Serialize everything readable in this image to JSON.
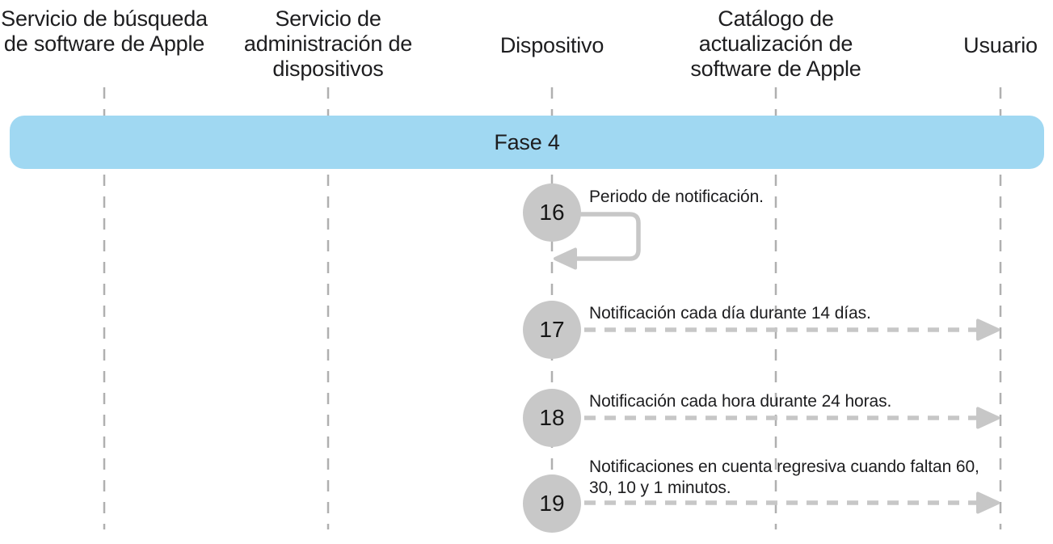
{
  "diagram": {
    "lanes": [
      {
        "label": "Servicio de búsqueda de software de Apple"
      },
      {
        "label": "Servicio de administración de dispositivos"
      },
      {
        "label": "Dispositivo"
      },
      {
        "label": "Catálogo de actualización de software de Apple"
      },
      {
        "label": "Usuario"
      }
    ],
    "phase": {
      "label": "Fase 4",
      "fill": "#A0D8F2"
    },
    "steps": [
      {
        "number": "16",
        "label": "Periodo de notificación.",
        "from": "Dispositivo",
        "to": "Dispositivo",
        "arrow": "self-loop"
      },
      {
        "number": "17",
        "label": "Notificación cada día durante 14 días.",
        "from": "Dispositivo",
        "to": "Usuario",
        "arrow": "dashed-right"
      },
      {
        "number": "18",
        "label": "Notificación cada hora durante 24 horas.",
        "from": "Dispositivo",
        "to": "Usuario",
        "arrow": "dashed-right"
      },
      {
        "number": "19",
        "label": "Notificaciones en cuenta regresiva cuando faltan 60, 30, 10 y 1 minutos.",
        "from": "Dispositivo",
        "to": "Usuario",
        "arrow": "dashed-right"
      }
    ],
    "colors": {
      "phase_fill": "#A0D8F2",
      "step_circle_fill": "#C8C8C8",
      "arrow_gray": "#C7C7C7",
      "lifeline_gray": "#B0B0B0",
      "text": "#1D1D1F",
      "background": "#FFFFFF"
    }
  }
}
